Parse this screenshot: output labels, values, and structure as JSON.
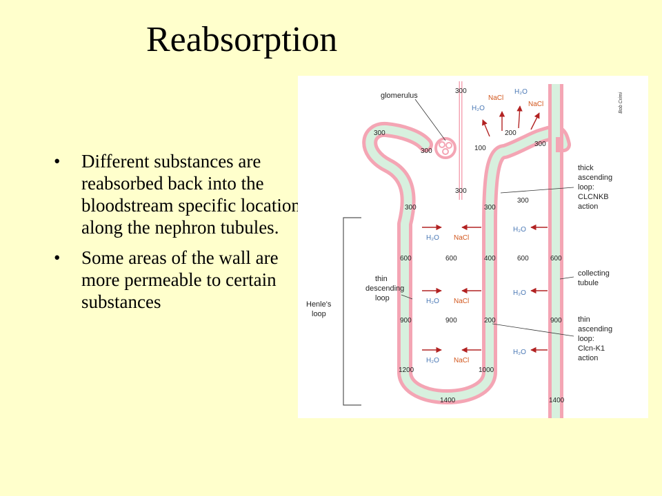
{
  "slide": {
    "title": "Reabsorption",
    "bullets": [
      "Different substances are reabsorbed back into the bloodstream specific locations along the nephron tubules.",
      "Some areas of the wall are more permeable to certain substances"
    ]
  },
  "diagram": {
    "credit": "Bob Crimi",
    "labels": {
      "glomerulus": "glomerulus",
      "thick_ascending": [
        "thick",
        "ascending",
        "loop:",
        "CLCNKB",
        "action"
      ],
      "collecting": [
        "collecting",
        "tubule"
      ],
      "thin_descending": [
        "thin",
        "descending",
        "loop"
      ],
      "thin_ascending": [
        "thin",
        "ascending",
        "loop:",
        "Clcn-K1",
        "action"
      ],
      "henles": [
        "Henle's",
        "loop"
      ]
    },
    "h2o_label": "H₂O",
    "nacl_label": "NaCl",
    "osmolarity": {
      "top_300": "300",
      "left_300": "300",
      "glom_300": "300",
      "dist_200": "200",
      "dist_100": "100",
      "dist_300": "300",
      "mid_300_a": "300",
      "left_300_b": "300",
      "asc_300": "300",
      "int_300": "300",
      "v600_a": "600",
      "v600_b": "600",
      "v400": "400",
      "v600_c": "600",
      "v600_d": "600",
      "v900_a": "900",
      "v900_b": "900",
      "v200": "200",
      "v900_c": "900",
      "v1200": "1200",
      "v1000": "1000",
      "v1400_a": "1400",
      "v1400_b": "1400"
    },
    "colors": {
      "tube_outline": "#f4a5b4",
      "tube_fill": "#d7f0de",
      "arrow": "#b22222",
      "h2o": "#4a78b5",
      "nacl": "#d2561c"
    }
  }
}
